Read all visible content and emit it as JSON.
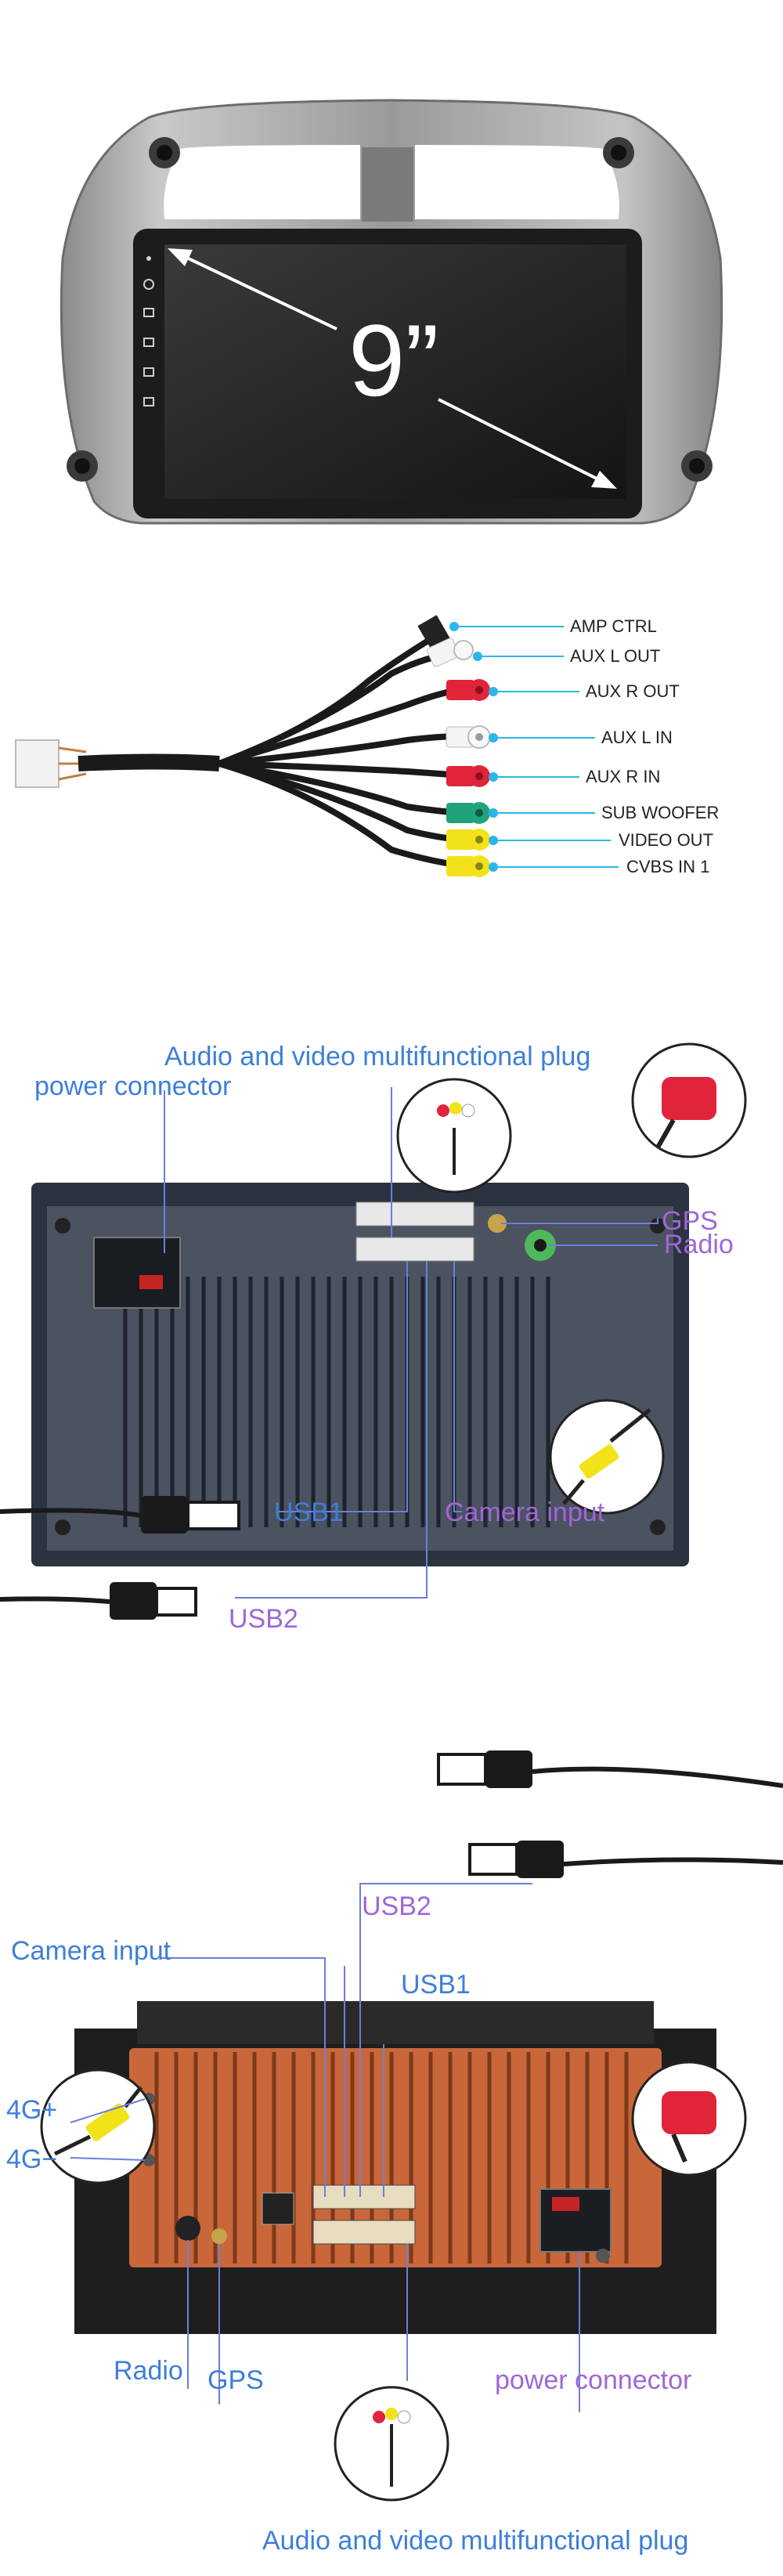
{
  "screen": {
    "size_label": "9”"
  },
  "cable": {
    "labels": [
      "AMP CTRL",
      "AUX L OUT",
      "AUX R OUT",
      "AUX L IN",
      "AUX R IN",
      "SUB WOOFER",
      "VIDEO OUT",
      "CVBS IN 1"
    ]
  },
  "back1": {
    "av_plug": "Audio and video multifunctional plug",
    "power": "power connector",
    "gps": "GPS",
    "radio": "Radio",
    "usb1": "USB1",
    "camera": "Camera input",
    "usb2": "USB2"
  },
  "back2": {
    "usb2": "USB2",
    "camera": "Camera input",
    "usb1": "USB1",
    "g4plus": "4G+",
    "g4minus": "4G−",
    "radio": "Radio",
    "gps": "GPS",
    "power": "power connector",
    "av_plug": "Audio and video multifunctional plug"
  },
  "colors": {
    "label_blue": "#3d7fd9",
    "label_purple": "#a066d8",
    "dot_cyan": "#2ab6e8",
    "orange_heatsink": "#c9673a"
  }
}
